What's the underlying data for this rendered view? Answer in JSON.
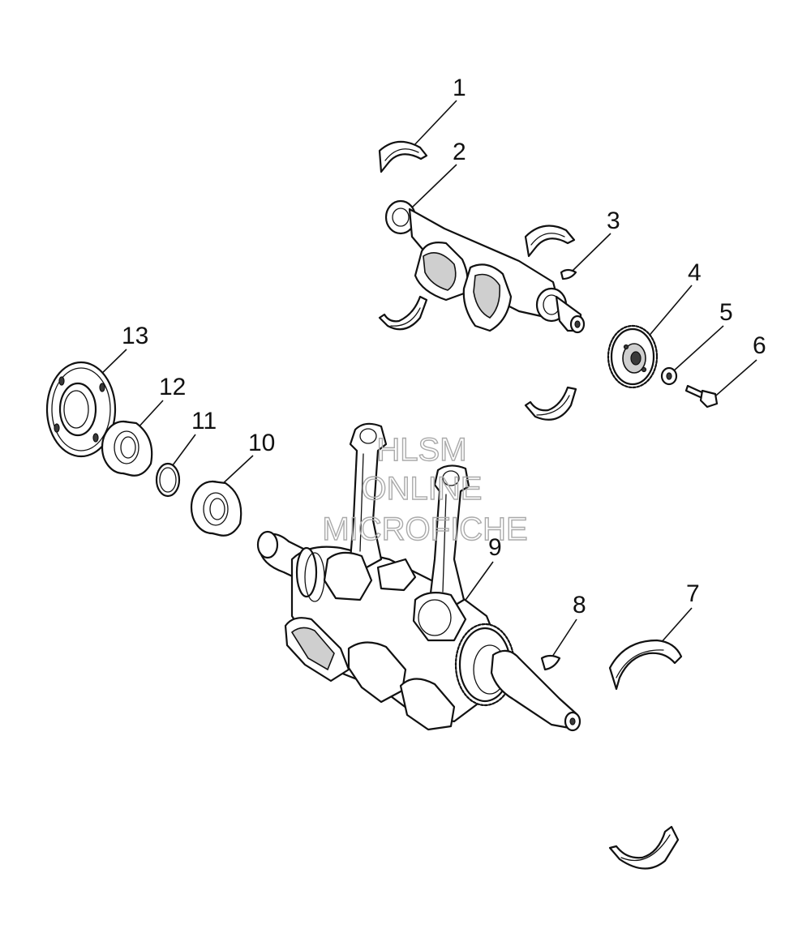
{
  "watermark": {
    "line1": "HLSM",
    "line2": "ONLINE",
    "line3": "MICROFICHE"
  },
  "callouts": [
    "1",
    "2",
    "3",
    "4",
    "5",
    "6",
    "7",
    "8",
    "9",
    "10",
    "11",
    "12",
    "13"
  ],
  "colors": {
    "ink": "#111111",
    "watermark": "#aaaaaa",
    "background": "#ffffff"
  }
}
